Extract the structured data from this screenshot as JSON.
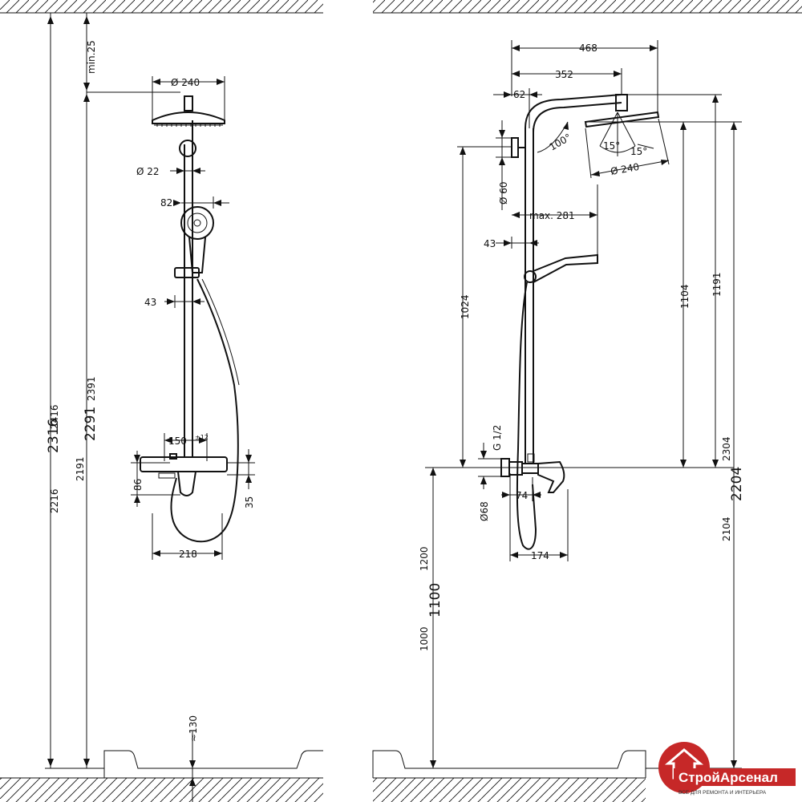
{
  "front_view": {
    "dims": {
      "min_gap": "min.25",
      "head_dia": "Ø 240",
      "pipe_dia": "Ø 22",
      "hand_dia": "82",
      "bar_offset": "43",
      "centres": "150",
      "centres_tol": "±12",
      "mixer_h": "86",
      "mixer_d": "35",
      "hose_w": "218",
      "tray": "≈130",
      "h_2416": "2416",
      "h_2316": "2316",
      "h_2216": "2216",
      "h_2391": "2391",
      "h_2291": "2291",
      "h_2191": "2191"
    }
  },
  "side_view": {
    "dims": {
      "reach_total": "468",
      "reach_arm": "352",
      "wall_offset": "62",
      "flange_dia": "Ø 60",
      "angle_arm": "100°",
      "tilt_a": "15°",
      "tilt_b": "15°",
      "head_dia": "Ø 240",
      "hand_reach": "max. 281",
      "bar_offset": "43",
      "h_1024": "1024",
      "h_1104": "1104",
      "h_1191": "1191",
      "h_2304": "2304",
      "h_2204": "2204",
      "h_2104": "2104",
      "thread": "G 1/2",
      "rosette_dia": "Ø68",
      "mixer_depth": "74",
      "mixer_reach": "174",
      "h_1200": "1200",
      "h_1100": "1100",
      "h_1000": "1000"
    }
  },
  "logo": {
    "name_a": "Строй",
    "name_b": "Арсенал",
    "tagline": "ВСЕ ДЛЯ РЕМОНТА И ИНТЕРЬЕРА",
    "brand_color": "#c62828"
  }
}
